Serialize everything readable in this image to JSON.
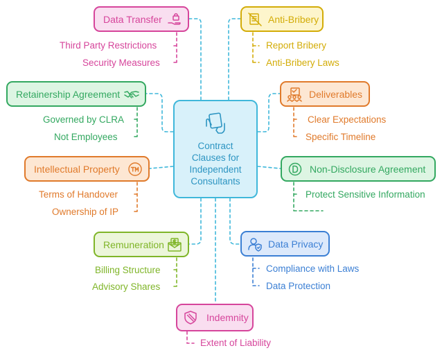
{
  "center": {
    "lines": [
      "Contract",
      "Clauses for",
      "Independent",
      "Consultants"
    ],
    "icon": "hand-document-icon",
    "color": "#2d95c2"
  },
  "nodes": [
    {
      "id": "data-transfer",
      "label": "Data Transfer",
      "icon": "lock-hand-icon",
      "color": "#d6459b",
      "bg": "#f9def0",
      "items": [
        "Third Party Restrictions",
        "Security Measures"
      ]
    },
    {
      "id": "anti-bribery",
      "label": "Anti-Bribery",
      "icon": "no-bribe-icon",
      "color": "#d3ac07",
      "bg": "#fdf5cc",
      "items": [
        "Report Bribery",
        "Anti-Bribery Laws"
      ]
    },
    {
      "id": "retainership",
      "label": "Retainership Agreement",
      "icon": "handshake-icon",
      "color": "#33a860",
      "bg": "#ddf5e3",
      "items": [
        "Governed by CLRA",
        "Not Employees"
      ]
    },
    {
      "id": "deliverables",
      "label": "Deliverables",
      "icon": "checklist-team-icon",
      "color": "#e07a2b",
      "bg": "#fde7d3",
      "items": [
        "Clear Expectations",
        "Specific Timeline"
      ]
    },
    {
      "id": "ip",
      "label": "Intellectual Property",
      "icon": "trademark-icon",
      "color": "#e07a2b",
      "bg": "#fde7d3",
      "items": [
        "Terms of Handover",
        "Ownership of IP"
      ]
    },
    {
      "id": "nda",
      "label": "Non-Disclosure Agreement",
      "icon": "nda-seal-icon",
      "color": "#33a860",
      "bg": "#ddf5e3",
      "items": [
        "Protect Sensitive Information"
      ]
    },
    {
      "id": "remuneration",
      "label": "Remuneration",
      "icon": "money-envelope-icon",
      "color": "#7fb528",
      "bg": "#ecf6da",
      "items": [
        "Billing Structure",
        "Advisory Shares"
      ]
    },
    {
      "id": "data-privacy",
      "label": "Data Privacy",
      "icon": "privacy-shield-icon",
      "color": "#3b7fd4",
      "bg": "#dce9fb",
      "items": [
        "Compliance with Laws",
        "Data Protection"
      ]
    },
    {
      "id": "indemnity",
      "label": "Indemnity",
      "icon": "shield-icon",
      "color": "#d6459b",
      "bg": "#f9def0",
      "items": [
        "Extent of Liability"
      ]
    }
  ]
}
